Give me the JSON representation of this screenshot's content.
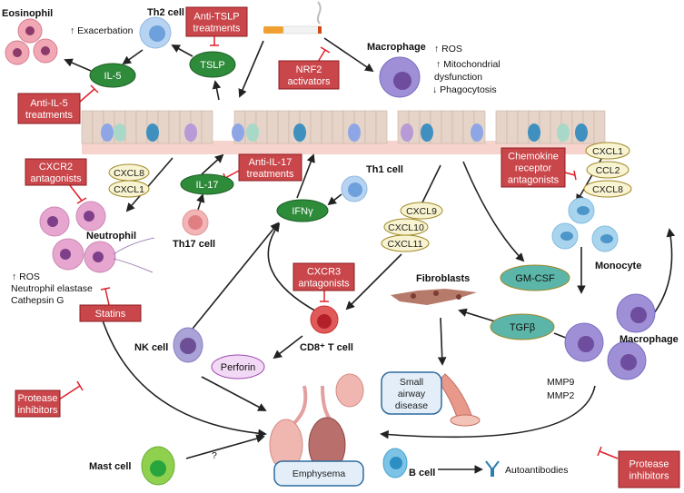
{
  "colors": {
    "treatment_box": "#c9464a",
    "treatment_border": "#8c1d22",
    "inhibition": "#e0202a",
    "mediator_green": "#2e8b3a",
    "mediator_teal": "#5bb5a8",
    "chemokine_fill": "#f8f3d0",
    "chemokine_border": "#a08a2a",
    "epithelium": "#e6d4c8",
    "basement_membrane": "#f6d3cc",
    "disease_box": "#e3eef8"
  },
  "cells": {
    "eosinophil": "Eosinophil",
    "th2_cell": "Th2 cell",
    "macrophage_top": "Macrophage",
    "neutrophil": "Neutrophil",
    "th17_cell": "Th17 cell",
    "th1_cell": "Th1 cell",
    "nk_cell": "NK cell",
    "cd8_t_cell": "CD8⁺ T cell",
    "fibroblasts": "Fibroblasts",
    "monocyte": "Monocyte",
    "macrophage_right": "Macrophage",
    "mast_cell": "Mast cell",
    "b_cell": "B cell"
  },
  "annotations": {
    "exacerbation": "↑ Exacerbation",
    "macrophage_effects": [
      "↑ ROS",
      "↑ Mitochondrial",
      "dysfunction",
      "↓ Phagocytosis"
    ],
    "neutrophil_effects": [
      "↑ ROS",
      "Neutrophil elastase",
      "Cathepsin G"
    ],
    "mmp": [
      "MMP9",
      "MMP2"
    ],
    "mast_cell_link": "?",
    "autoantibodies": "Autoantibodies"
  },
  "mediators": {
    "il5": "IL-5",
    "tslp": "TSLP",
    "il17": "IL-17",
    "ifng": "IFNγ",
    "gmcsf": "GM-CSF",
    "tgfb": "TGFβ",
    "perforin": "Perforin"
  },
  "chemokines": {
    "neutrophil": [
      "CXCL8",
      "CXCL1"
    ],
    "cd8": [
      "CXCL9",
      "CXCL10",
      "CXCL11"
    ],
    "monocyte": [
      "CXCL1",
      "CCL2",
      "CXCL8"
    ]
  },
  "treatments": {
    "anti_tslp": [
      "Anti-TSLP",
      "treatments"
    ],
    "nrf2": [
      "NRF2",
      "activators"
    ],
    "anti_il5": [
      "Anti-IL-5",
      "treatments"
    ],
    "cxcr2": [
      "CXCR2",
      "antagonists"
    ],
    "anti_il17": [
      "Anti-IL-17",
      "treatments"
    ],
    "cxcr3": [
      "CXCR3",
      "antagonists"
    ],
    "statins": [
      "Statins"
    ],
    "chemokine_receptor": [
      "Chemokine",
      "receptor",
      "antagonists"
    ],
    "protease_left": [
      "Protease",
      "inhibitors"
    ],
    "protease_right": [
      "Protease",
      "inhibitors"
    ]
  },
  "diseases": {
    "small_airway": [
      "Small",
      "airway",
      "disease"
    ],
    "emphysema": "Emphysema"
  }
}
